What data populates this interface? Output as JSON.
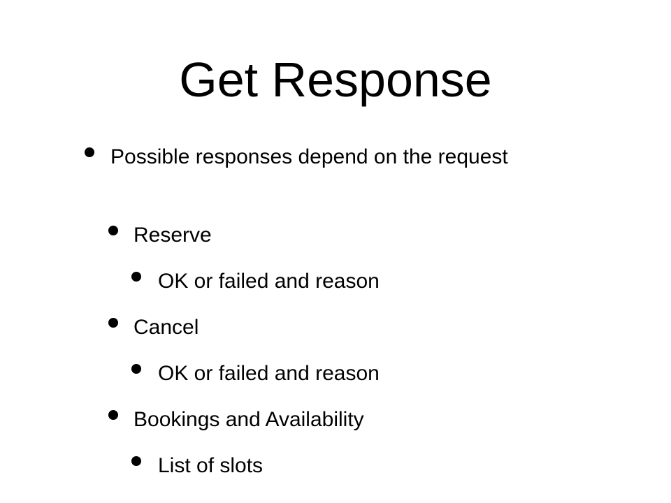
{
  "slide": {
    "title": "Get Response",
    "bullets": [
      {
        "level": 1,
        "text": "Possible responses depend on the request"
      },
      {
        "level": 2,
        "text": "Reserve"
      },
      {
        "level": 3,
        "text": "OK or failed and reason"
      },
      {
        "level": 2,
        "text": "Cancel"
      },
      {
        "level": 3,
        "text": "OK or failed and reason"
      },
      {
        "level": 2,
        "text": "Bookings and Availability"
      },
      {
        "level": 3,
        "text": "List of slots"
      }
    ]
  }
}
